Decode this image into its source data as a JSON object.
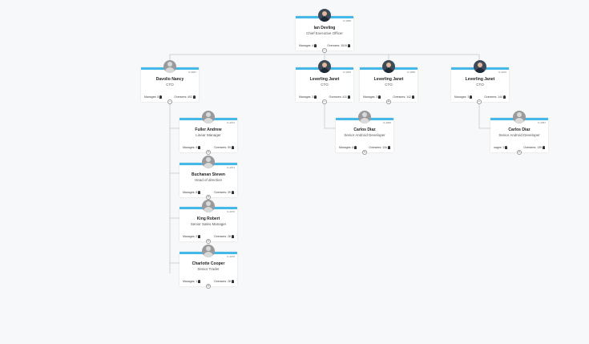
{
  "org": {
    "nodes": [
      {
        "key": "ian",
        "id": "O-4080",
        "name": "Ian Devling",
        "title": "Chief Executive Officer",
        "managers_label": "Manages:",
        "managers": "4",
        "owners_label": "Oversees:",
        "owners": "1519",
        "avatar": "photo-avatar-icon"
      },
      {
        "key": "davolio",
        "id": "O-4087",
        "name": "Davolio Nancy",
        "title": "CTO",
        "managers_label": "Manages:",
        "managers": "8",
        "owners_label": "Oversees:",
        "owners": "402",
        "avatar": "generic-avatar-icon"
      },
      {
        "key": "leverling1",
        "id": "O-4084",
        "name": "Leverling Janet",
        "title": "CTO",
        "managers_label": "Manages:",
        "managers": "3",
        "owners_label": "Oversees:",
        "owners": "411",
        "avatar": "photo-avatar-icon"
      },
      {
        "key": "leverling2",
        "id": "O-4086",
        "name": "Leverling Janet",
        "title": "CTO",
        "managers_label": "Manages:",
        "managers": "3",
        "owners_label": "Oversees:",
        "owners": "142",
        "avatar": "photo-avatar-icon"
      },
      {
        "key": "leverling3",
        "id": "O-4070",
        "name": "Leverling Janet",
        "title": "CTO",
        "managers_label": "Manages:",
        "managers": "3",
        "owners_label": "Oversees:",
        "owners": "144",
        "avatar": "photo-avatar-icon"
      },
      {
        "key": "fuller",
        "id": "O-4072",
        "name": "Fuller Andrew",
        "title": "Linear Manager",
        "managers_label": "Manages:",
        "managers": "9",
        "owners_label": "Oversees:",
        "owners": "99",
        "avatar": "generic-avatar-icon"
      },
      {
        "key": "carlos1",
        "id": "O-4083",
        "name": "Carlos Diaz",
        "title": "Senior Android Developer",
        "managers_label": "Manages:",
        "managers": "6",
        "owners_label": "Oversees:",
        "owners": "134",
        "avatar": "generic-avatar-icon"
      },
      {
        "key": "carlos2",
        "id": "O-4087",
        "name": "Carlos Diaz",
        "title": "Senior Android Developer",
        "managers_label": "nages:",
        "managers": "2",
        "owners_label": "Oversees:",
        "owners": "139",
        "avatar": "generic-avatar-icon"
      },
      {
        "key": "buchanan",
        "id": "O-4074",
        "name": "Buchanan Steven",
        "title": "Head of direction",
        "managers_label": "Manages:",
        "managers": "8",
        "owners_label": "Oversees:",
        "owners": "39",
        "avatar": "generic-avatar-icon"
      },
      {
        "key": "king",
        "id": "O-4076",
        "name": "King Robert",
        "title": "Senior Sales Manager",
        "managers_label": "Manages:",
        "managers": "2",
        "owners_label": "Oversees:",
        "owners": "28",
        "avatar": "generic-avatar-icon"
      },
      {
        "key": "cooper",
        "id": "O-4078",
        "name": "Charlotte Cooper",
        "title": "Senior Trader",
        "managers_label": "Manages:",
        "managers": "1",
        "owners_label": "Oversees:",
        "owners": "28",
        "avatar": "generic-avatar-icon"
      }
    ]
  }
}
